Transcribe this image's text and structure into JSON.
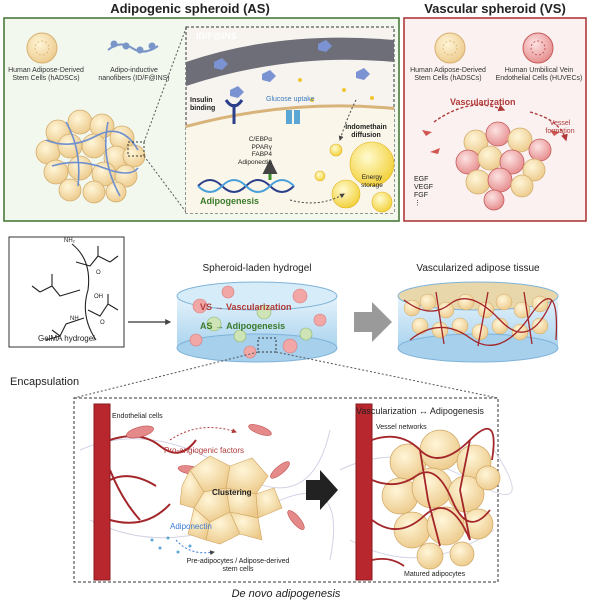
{
  "as_panel": {
    "title": "Adipogenic spheroid (AS)",
    "hadsc_label": "Human Adipose-Derived Stem Cells (hADSCs)",
    "fiber_label": "Adipo-inductive nanofibers (ID/F@INS)",
    "zoom": {
      "fiber_name": "ID/F@INS",
      "insulin": "Insulin binding",
      "glucose": "Glucose uptake",
      "indo": "Indomethain diffusion",
      "genes": [
        "C/EBPα",
        "PPARγ",
        "FABP4",
        "Adiponectin"
      ],
      "adipogenesis": "Adipogenesis",
      "energy": "Energy storage"
    },
    "colors": {
      "border": "#4a7a3a",
      "bg": "#f3f8ef"
    }
  },
  "vs_panel": {
    "title": "Vascular spheroid (VS)",
    "hadsc_label": "Human Adipose-Derived Stem Cells (hADSCs)",
    "huvec_label": "Human Umbilical Vein Endothelial Cells (HUVECs)",
    "vascularization": "Vascularization",
    "vessel_formation": "Vessel formation",
    "factors": [
      "EGF",
      "VEGF",
      "FGF",
      "⋮"
    ],
    "colors": {
      "border": "#b03a3a",
      "bg": "#fbf1f1"
    }
  },
  "middle": {
    "gelma_label": "GelMA hydrogel",
    "chem_labels": [
      "NH₂",
      "O",
      "OH",
      "NH",
      "O"
    ],
    "encapsulation": "Encapsulation",
    "hydrogel_title": "Spheroid-laden hydrogel",
    "vs_arrow": "VS → Vascularization",
    "as_arrow": "AS → Adipogenesis",
    "tissue_title": "Vascularized adipose tissue"
  },
  "bottom": {
    "endothelial": "Endothelial cells",
    "pro_angio": "Pro-angiogenic factors",
    "clustering": "Clustering",
    "adiponectin": "Adiponectin",
    "pre_adipocytes": "Pre-adipocytes / Adipose-derived stem cells",
    "vasc_adipo": "Vascularization ↔ Adipogenesis",
    "vessel_networks": "Vessel networks",
    "matured": "Matured adipocytes",
    "caption": "De novo adipogenesis"
  }
}
